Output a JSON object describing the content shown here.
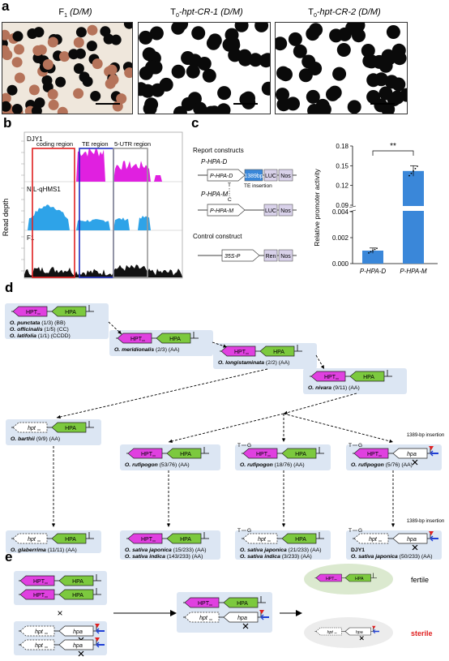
{
  "panel_labels": {
    "a": "a",
    "b": "b",
    "c": "c",
    "d": "d",
    "e": "e"
  },
  "panel_a": {
    "titles": [
      {
        "main": "F",
        "sub": "1",
        "suffix": " (D/M)"
      },
      {
        "main": "T",
        "sub": "0",
        "suffix": "-hpt-CR-1 (D/M)"
      },
      {
        "main": "T",
        "sub": "0",
        "suffix": "-hpt-CR-2 (D/M)"
      }
    ]
  },
  "panel_b": {
    "ylabel": "Read depth",
    "tracks": [
      "DJY1",
      "NIL-qHMS1",
      "F1"
    ],
    "regions": [
      "coding region",
      "TE region",
      "5-UTR region"
    ],
    "colors": {
      "djy1": "#e020e0",
      "nil": "#2ea3e8",
      "f1": "#111111",
      "coding": "#e02020",
      "te": "#2030c0",
      "utr": "#999999"
    }
  },
  "panel_c": {
    "report_title": "Report constructs",
    "construct_d": "P-HPA-D",
    "construct_m": "P-HPA-M",
    "promoter_d": "P-HPA-D",
    "promoter_m": "P-HPA-M",
    "te_box": "1389bp",
    "te_label": "TE insertion",
    "luc": "LUC",
    "nos": "Nos",
    "control_title": "Control construct",
    "p35s": "35S-P",
    "ren": "Ren",
    "snp_t": "T",
    "snp_c": "C",
    "chart_data": {
      "type": "bar",
      "categories": [
        "P-HPA-D",
        "P-HPA-M"
      ],
      "values": [
        0.001,
        0.142
      ],
      "errors": [
        0.0002,
        0.008
      ],
      "ylabel": "Relative promoter activity",
      "yticks_lower": [
        "0.000",
        "0.002",
        "0.004"
      ],
      "yticks_upper": [
        "0.09",
        "0.12",
        "0.15",
        "0.18"
      ],
      "significance": "**",
      "color": "#3a87d9"
    }
  },
  "panel_d": {
    "hpt": "HPT",
    "hpa": "HPA",
    "hpt_lost": "hpt",
    "hpa_lost": "hpa",
    "insertion": "1389-bp insertion",
    "snp_t": "T",
    "snp_g": "G",
    "species": [
      {
        "lines": [
          [
            "O. punctata",
            " (1/3) (BB)"
          ],
          [
            "O. officinalis",
            " (1/5) (CC)"
          ],
          [
            "O. latifolia",
            " (1/1) (CCDD)"
          ]
        ]
      },
      {
        "lines": [
          [
            "O. meridionalis",
            " (2/3) (AA)"
          ]
        ]
      },
      {
        "lines": [
          [
            "O. longistaminata",
            " (2/2) (AA)"
          ]
        ]
      },
      {
        "lines": [
          [
            "O. nivara",
            " (9/11) (AA)"
          ]
        ]
      },
      {
        "lines": [
          [
            "O. barthii",
            " (9/9) (AA)"
          ]
        ]
      },
      {
        "lines": [
          [
            "O. rufipogon",
            " (53/76) (AA)"
          ]
        ]
      },
      {
        "lines": [
          [
            "O. rufipogon",
            " (18/76) (AA)"
          ]
        ]
      },
      {
        "lines": [
          [
            "O. rufipogon",
            " (5/76) (AA)"
          ]
        ]
      },
      {
        "lines": [
          [
            "O. glaberrima",
            " (11/11) (AA)"
          ]
        ]
      },
      {
        "lines": [
          [
            "O. sativa japonica",
            " (15/233) (AA)"
          ],
          [
            "O. sativa indica",
            " (143/233) (AA)"
          ]
        ]
      },
      {
        "lines": [
          [
            "O. sativa japonica",
            " (21/233) (AA)"
          ],
          [
            "O. sativa indica",
            " (3/233) (AA)"
          ]
        ]
      },
      {
        "lines": [
          [
            "DJY1",
            ""
          ],
          [
            "O. sativa  japonica",
            " (50/233) (AA)"
          ]
        ]
      }
    ]
  },
  "panel_e": {
    "cross": "×",
    "fertile": "fertile",
    "sterile": "sterile",
    "hpt": "HPT",
    "hpa": "HPA",
    "hpt_lost": "hpt",
    "hpa_lost": "hpa"
  }
}
